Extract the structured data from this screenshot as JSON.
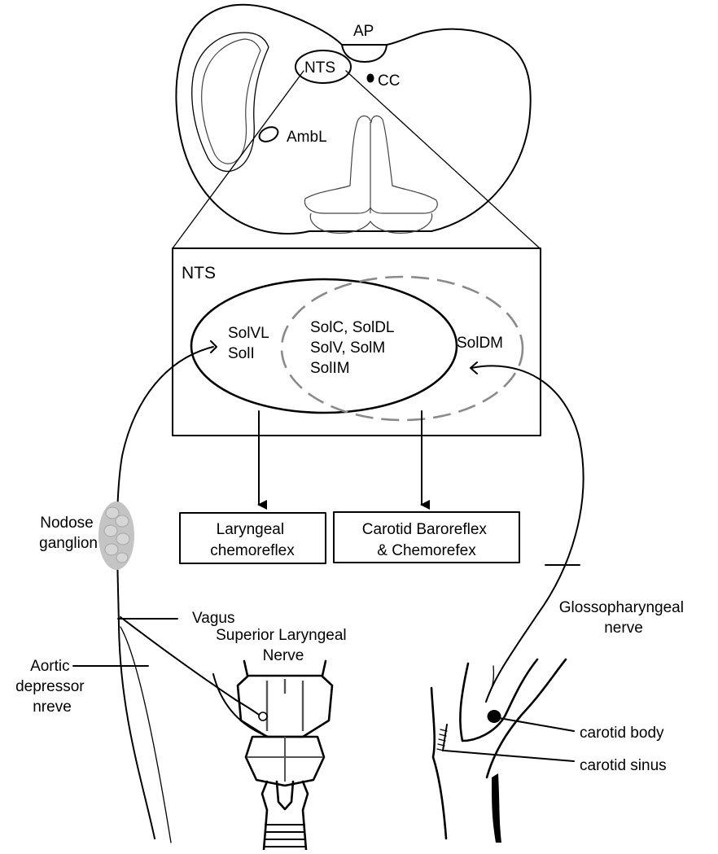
{
  "brainstem": {
    "ap": "AP",
    "nts": "NTS",
    "cc": "CC",
    "ambl": "AmbL"
  },
  "nts_box": {
    "title": "NTS",
    "left_group": [
      "SolVL",
      "SolI"
    ],
    "center_group": [
      "SolC, SolDL",
      "SolV, SolM",
      "SolIM"
    ],
    "right_group": [
      "SolDM"
    ]
  },
  "outputs": {
    "laryngeal": [
      "Laryngeal",
      "chemoreflex"
    ],
    "carotid": [
      "Carotid Baroreflex",
      "& Chemorefex"
    ]
  },
  "nerves": {
    "nodose": [
      "Nodose",
      "ganglion"
    ],
    "vagus": "Vagus",
    "sln": [
      "Superior Laryngeal",
      "Nerve"
    ],
    "aortic": [
      "Aortic",
      "depressor",
      "nreve"
    ],
    "glosso": [
      "Glossopharyngeal",
      "nerve"
    ],
    "carotid_body": "carotid body",
    "carotid_sinus": "carotid sinus"
  },
  "colors": {
    "line": "#000000",
    "dashed_ellipse": "#8a8a8a",
    "ganglion": "#c4c4c4"
  }
}
